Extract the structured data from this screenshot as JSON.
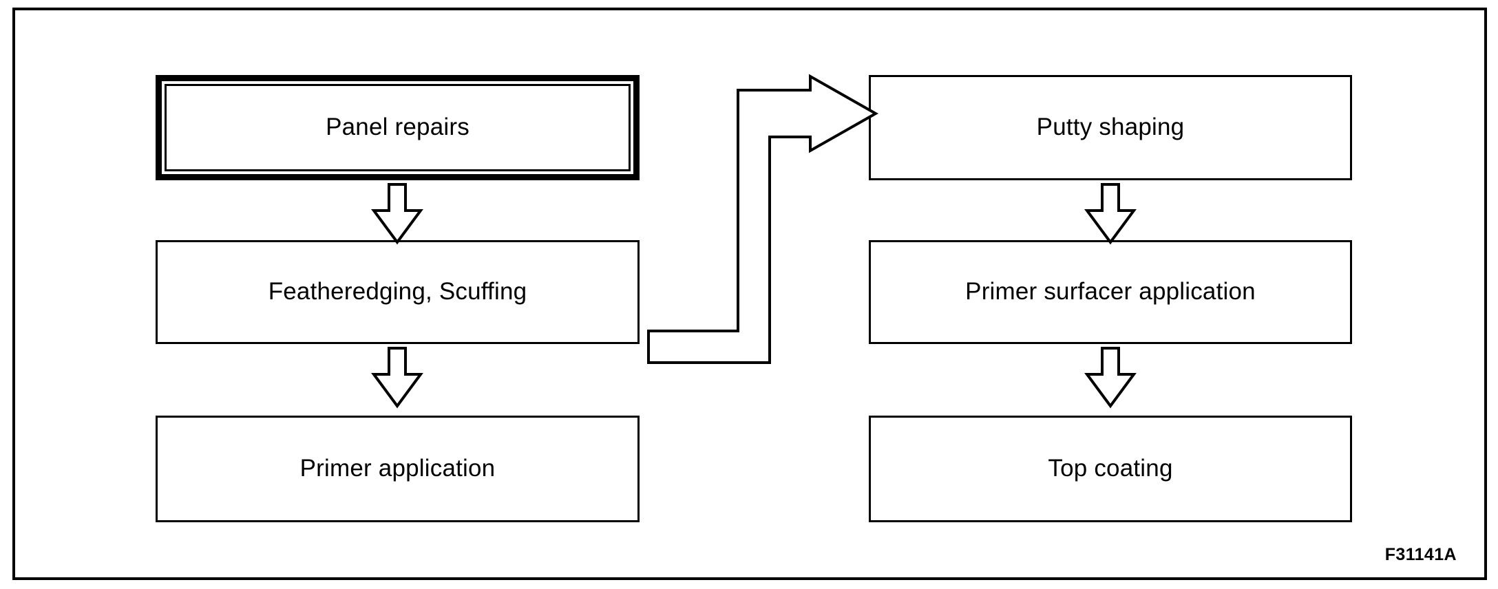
{
  "figure": {
    "id_label": "F31141A",
    "frame_color": "#000000",
    "background_color": "#ffffff",
    "line_color": "#000000"
  },
  "diagram": {
    "type": "flowchart",
    "orientation": "two-column-serpentine",
    "nodes": [
      {
        "key": "panel_repairs",
        "label": "Panel repairs",
        "column": "left",
        "row": 1,
        "highlighted": true
      },
      {
        "key": "featheredging_scuffing",
        "label": "Featheredging, Scuffing",
        "column": "left",
        "row": 2,
        "highlighted": false
      },
      {
        "key": "primer_application",
        "label": "Primer application",
        "column": "left",
        "row": 3,
        "highlighted": false
      },
      {
        "key": "putty_shaping",
        "label": "Putty shaping",
        "column": "right",
        "row": 1,
        "highlighted": false
      },
      {
        "key": "primer_surfacer",
        "label": "Primer surfacer application",
        "column": "right",
        "row": 2,
        "highlighted": false
      },
      {
        "key": "top_coating",
        "label": "Top coating",
        "column": "right",
        "row": 3,
        "highlighted": false
      }
    ],
    "edges": [
      {
        "from": "panel_repairs",
        "to": "featheredging_scuffing",
        "style": "block-arrow-down"
      },
      {
        "from": "featheredging_scuffing",
        "to": "primer_application",
        "style": "block-arrow-down"
      },
      {
        "from": "primer_application",
        "to": "putty_shaping",
        "style": "block-arrow-elbow-right"
      },
      {
        "from": "putty_shaping",
        "to": "primer_surfacer",
        "style": "block-arrow-down"
      },
      {
        "from": "primer_surfacer",
        "to": "top_coating",
        "style": "block-arrow-down"
      }
    ]
  }
}
